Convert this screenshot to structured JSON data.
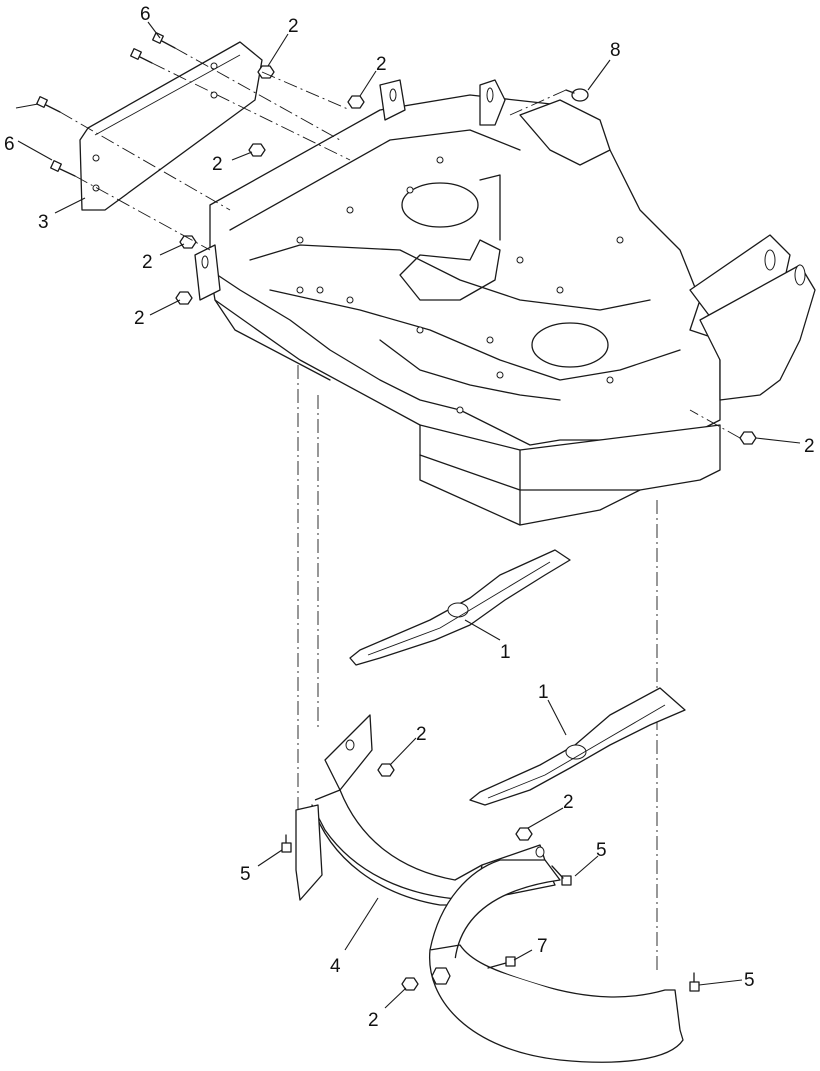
{
  "diagram": {
    "callouts": [
      {
        "id": "c-6-top",
        "label": "6"
      },
      {
        "id": "c-6-left",
        "label": "6"
      },
      {
        "id": "c-3",
        "label": "3"
      },
      {
        "id": "c-2-a",
        "label": "2"
      },
      {
        "id": "c-2-b",
        "label": "2"
      },
      {
        "id": "c-2-c",
        "label": "2"
      },
      {
        "id": "c-2-d",
        "label": "2"
      },
      {
        "id": "c-2-e",
        "label": "2"
      },
      {
        "id": "c-8",
        "label": "8"
      },
      {
        "id": "c-2-f",
        "label": "2"
      },
      {
        "id": "c-1-a",
        "label": "1"
      },
      {
        "id": "c-1-b",
        "label": "1"
      },
      {
        "id": "c-2-g",
        "label": "2"
      },
      {
        "id": "c-2-h",
        "label": "2"
      },
      {
        "id": "c-5-a",
        "label": "5"
      },
      {
        "id": "c-5-b",
        "label": "5"
      },
      {
        "id": "c-4",
        "label": "4"
      },
      {
        "id": "c-7",
        "label": "7"
      },
      {
        "id": "c-5-c",
        "label": "5"
      },
      {
        "id": "c-2-i",
        "label": "2"
      }
    ]
  }
}
